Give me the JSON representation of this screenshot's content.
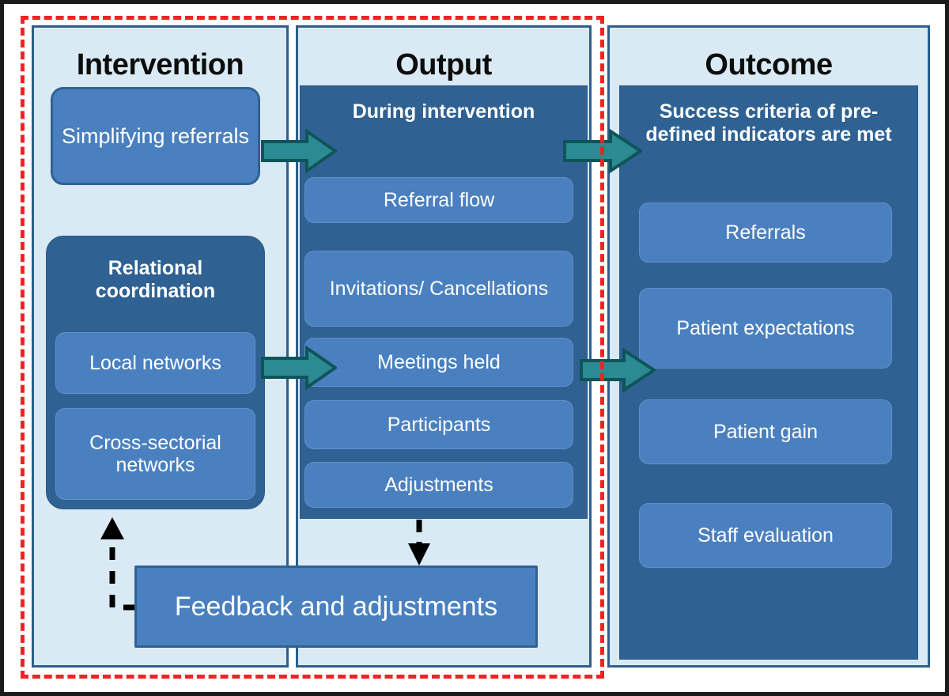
{
  "diagram": {
    "title_semantics": "logic-model-intervention-output-outcome",
    "accent_colors": {
      "column_background": "#daeaf5",
      "column_border": "#2e5f8a",
      "dark_panel": "#2f6293",
      "node_box": "#4a80bf",
      "arrow_teal": "#2b8a92",
      "arrow_teal_border": "#0f5459",
      "highlight_dashed": "#ef2323",
      "outer_frame": "#1a1a1a",
      "text_light": "#ffffff",
      "text_dark": "#0d0d0d"
    },
    "columns": [
      {
        "id": "intervention",
        "title": "Intervention",
        "groups": [
          {
            "id": "simplifying-referrals",
            "type": "node",
            "label": "Simplifying referrals"
          },
          {
            "id": "relational-coordination",
            "type": "panel",
            "title": "Relational coordination",
            "nodes": [
              {
                "id": "local-networks",
                "label": "Local networks"
              },
              {
                "id": "cross-sectorial-networks",
                "label": "Cross-sectorial networks"
              }
            ]
          }
        ]
      },
      {
        "id": "output",
        "title": "Output",
        "groups": [
          {
            "id": "during-intervention",
            "type": "panel",
            "title": "During intervention",
            "nodes": [
              {
                "id": "referral-flow",
                "label": "Referral flow"
              },
              {
                "id": "invitations-cancellations",
                "label": "Invitations/ Cancellations"
              },
              {
                "id": "meetings-held",
                "label": "Meetings held"
              },
              {
                "id": "participants",
                "label": "Participants"
              },
              {
                "id": "adjustments",
                "label": "Adjustments"
              }
            ]
          }
        ]
      },
      {
        "id": "outcome",
        "title": "Outcome",
        "groups": [
          {
            "id": "success-criteria",
            "type": "panel",
            "title": "Success criteria of pre-defined indicators are met",
            "nodes": [
              {
                "id": "referrals",
                "label": "Referrals"
              },
              {
                "id": "patient-expectations",
                "label": "Patient expectations"
              },
              {
                "id": "patient-gain",
                "label": "Patient gain"
              },
              {
                "id": "staff-evaluation",
                "label": "Staff evaluation"
              }
            ]
          }
        ]
      }
    ],
    "feedback": {
      "label": "Feedback and adjustments"
    },
    "connectors": [
      {
        "id": "arrow-intervention-to-output-top",
        "type": "teal-block-arrow",
        "direction": "right"
      },
      {
        "id": "arrow-output-to-outcome-top",
        "type": "teal-block-arrow",
        "direction": "right"
      },
      {
        "id": "arrow-intervention-to-output-mid",
        "type": "teal-block-arrow",
        "direction": "right"
      },
      {
        "id": "arrow-output-to-outcome-mid",
        "type": "teal-block-arrow",
        "direction": "right"
      },
      {
        "id": "arrow-feedback-to-relational",
        "type": "dashed-arrow",
        "direction": "up"
      },
      {
        "id": "arrow-output-to-feedback",
        "type": "dashed-arrow",
        "direction": "down"
      }
    ]
  }
}
